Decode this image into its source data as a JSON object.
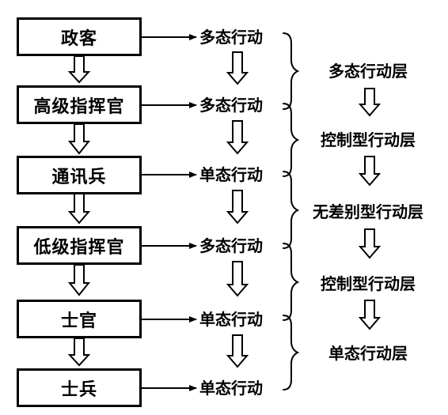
{
  "roles": [
    "政客",
    "高级指挥官",
    "通讯兵",
    "低级指挥官",
    "士官",
    "士兵"
  ],
  "actions": [
    "多态行动",
    "多态行动",
    "单态行动",
    "多态行动",
    "单态行动",
    "单态行动"
  ],
  "layers": [
    "多态行动层",
    "控制型行动层",
    "无差别型行动层",
    "控制型行动层",
    "单态行动层"
  ]
}
